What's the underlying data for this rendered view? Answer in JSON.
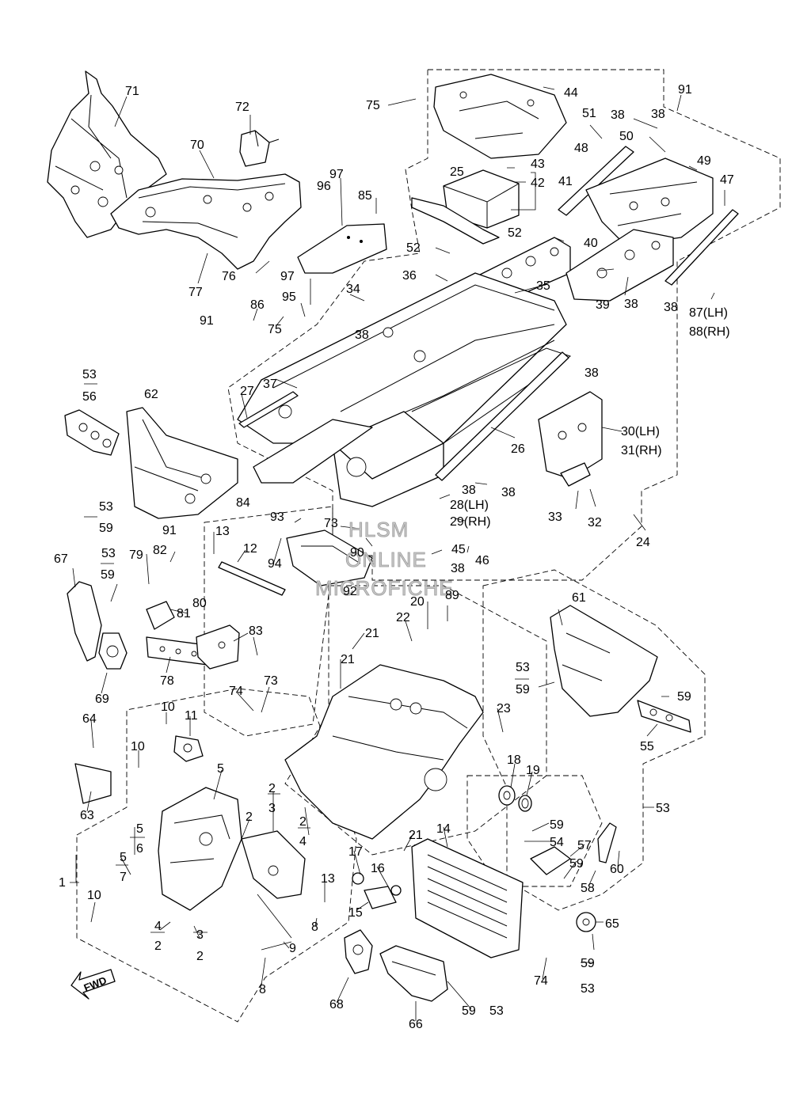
{
  "watermark": {
    "line1": "HLSM",
    "line2": "ONLINE",
    "line3": "MICROFICHE"
  },
  "fwd_label": "FWD",
  "part_labels": [
    {
      "id": "71",
      "t": "71"
    },
    {
      "id": "72",
      "t": "72"
    },
    {
      "id": "70",
      "t": "70"
    },
    {
      "id": "77",
      "t": "77"
    },
    {
      "id": "76",
      "t": "76"
    },
    {
      "id": "97a",
      "t": "97"
    },
    {
      "id": "96",
      "t": "96"
    },
    {
      "id": "85",
      "t": "85"
    },
    {
      "id": "75a",
      "t": "75"
    },
    {
      "id": "25",
      "t": "25"
    },
    {
      "id": "44",
      "t": "44"
    },
    {
      "id": "43",
      "t": "43"
    },
    {
      "id": "42",
      "t": "42"
    },
    {
      "id": "41",
      "t": "41"
    },
    {
      "id": "52a",
      "t": "52"
    },
    {
      "id": "52b",
      "t": "52"
    },
    {
      "id": "36",
      "t": "36"
    },
    {
      "id": "40",
      "t": "40"
    },
    {
      "id": "35",
      "t": "35"
    },
    {
      "id": "39",
      "t": "39"
    },
    {
      "id": "38a",
      "t": "38"
    },
    {
      "id": "38b",
      "t": "38"
    },
    {
      "id": "38c",
      "t": "38"
    },
    {
      "id": "38d",
      "t": "38"
    },
    {
      "id": "38e",
      "t": "38"
    },
    {
      "id": "38f",
      "t": "38"
    },
    {
      "id": "38g",
      "t": "38"
    },
    {
      "id": "38h",
      "t": "38"
    },
    {
      "id": "38i",
      "t": "38"
    },
    {
      "id": "51",
      "t": "51"
    },
    {
      "id": "48",
      "t": "48"
    },
    {
      "id": "50",
      "t": "50"
    },
    {
      "id": "49",
      "t": "49"
    },
    {
      "id": "47",
      "t": "47"
    },
    {
      "id": "91a",
      "t": "91"
    },
    {
      "id": "91b",
      "t": "91"
    },
    {
      "id": "91c",
      "t": "91"
    },
    {
      "id": "87",
      "t": "87(LH)"
    },
    {
      "id": "88",
      "t": "88(RH)"
    },
    {
      "id": "97b",
      "t": "97"
    },
    {
      "id": "95",
      "t": "95"
    },
    {
      "id": "34",
      "t": "34"
    },
    {
      "id": "86",
      "t": "86"
    },
    {
      "id": "75b",
      "t": "75"
    },
    {
      "id": "27",
      "t": "27"
    },
    {
      "id": "37",
      "t": "37"
    },
    {
      "id": "26",
      "t": "26"
    },
    {
      "id": "30",
      "t": "30(LH)"
    },
    {
      "id": "31",
      "t": "31(RH)"
    },
    {
      "id": "33",
      "t": "33"
    },
    {
      "id": "32",
      "t": "32"
    },
    {
      "id": "28",
      "t": "28(LH)"
    },
    {
      "id": "29",
      "t": "29(RH)"
    },
    {
      "id": "84",
      "t": "84"
    },
    {
      "id": "93",
      "t": "93"
    },
    {
      "id": "73a",
      "t": "73"
    },
    {
      "id": "90",
      "t": "90"
    },
    {
      "id": "45",
      "t": "45"
    },
    {
      "id": "46",
      "t": "46"
    },
    {
      "id": "24",
      "t": "24"
    },
    {
      "id": "94",
      "t": "94"
    },
    {
      "id": "92",
      "t": "92"
    },
    {
      "id": "62",
      "t": "62"
    },
    {
      "id": "53a",
      "t": "53"
    },
    {
      "id": "56",
      "t": "56"
    },
    {
      "id": "53b",
      "t": "53"
    },
    {
      "id": "59a",
      "t": "59"
    },
    {
      "id": "13a",
      "t": "13"
    },
    {
      "id": "12",
      "t": "12"
    },
    {
      "id": "82",
      "t": "82"
    },
    {
      "id": "79",
      "t": "79"
    },
    {
      "id": "53c",
      "t": "53"
    },
    {
      "id": "59b",
      "t": "59"
    },
    {
      "id": "67",
      "t": "67"
    },
    {
      "id": "81",
      "t": "81"
    },
    {
      "id": "80",
      "t": "80"
    },
    {
      "id": "83",
      "t": "83"
    },
    {
      "id": "78",
      "t": "78"
    },
    {
      "id": "69",
      "t": "69"
    },
    {
      "id": "74a",
      "t": "74"
    },
    {
      "id": "73b",
      "t": "73"
    },
    {
      "id": "21a",
      "t": "21"
    },
    {
      "id": "21b",
      "t": "21"
    },
    {
      "id": "21c",
      "t": "21"
    },
    {
      "id": "22",
      "t": "22"
    },
    {
      "id": "20",
      "t": "20"
    },
    {
      "id": "89",
      "t": "89"
    },
    {
      "id": "61",
      "t": "61"
    },
    {
      "id": "53d",
      "t": "53"
    },
    {
      "id": "59c",
      "t": "59"
    },
    {
      "id": "59d",
      "t": "59"
    },
    {
      "id": "55",
      "t": "55"
    },
    {
      "id": "23",
      "t": "23"
    },
    {
      "id": "18",
      "t": "18"
    },
    {
      "id": "19",
      "t": "19"
    },
    {
      "id": "53e",
      "t": "53"
    },
    {
      "id": "64",
      "t": "64"
    },
    {
      "id": "10a",
      "t": "10"
    },
    {
      "id": "11",
      "t": "11"
    },
    {
      "id": "10b",
      "t": "10"
    },
    {
      "id": "63",
      "t": "63"
    },
    {
      "id": "5a",
      "t": "5"
    },
    {
      "id": "2a",
      "t": "2"
    },
    {
      "id": "3a",
      "t": "3"
    },
    {
      "id": "2b",
      "t": "2"
    },
    {
      "id": "2c",
      "t": "2"
    },
    {
      "id": "4a",
      "t": "4"
    },
    {
      "id": "5b",
      "t": "5"
    },
    {
      "id": "6",
      "t": "6"
    },
    {
      "id": "5c",
      "t": "5"
    },
    {
      "id": "7",
      "t": "7"
    },
    {
      "id": "1",
      "t": "1"
    },
    {
      "id": "10c",
      "t": "10"
    },
    {
      "id": "4b",
      "t": "4"
    },
    {
      "id": "2d",
      "t": "2"
    },
    {
      "id": "3b",
      "t": "3"
    },
    {
      "id": "2e",
      "t": "2"
    },
    {
      "id": "13b",
      "t": "13"
    },
    {
      "id": "9",
      "t": "9"
    },
    {
      "id": "8a",
      "t": "8"
    },
    {
      "id": "8b",
      "t": "8"
    },
    {
      "id": "17",
      "t": "17"
    },
    {
      "id": "16",
      "t": "16"
    },
    {
      "id": "15",
      "t": "15"
    },
    {
      "id": "14",
      "t": "14"
    },
    {
      "id": "59e",
      "t": "59"
    },
    {
      "id": "54",
      "t": "54"
    },
    {
      "id": "57",
      "t": "57"
    },
    {
      "id": "59f",
      "t": "59"
    },
    {
      "id": "58",
      "t": "58"
    },
    {
      "id": "60",
      "t": "60"
    },
    {
      "id": "65",
      "t": "65"
    },
    {
      "id": "59g",
      "t": "59"
    },
    {
      "id": "53f",
      "t": "53"
    },
    {
      "id": "74b",
      "t": "74"
    },
    {
      "id": "68",
      "t": "68"
    },
    {
      "id": "66",
      "t": "66"
    },
    {
      "id": "59h",
      "t": "59"
    },
    {
      "id": "53g",
      "t": "53"
    }
  ]
}
